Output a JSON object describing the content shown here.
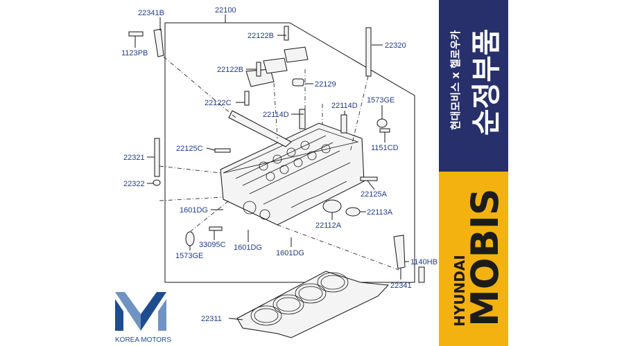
{
  "callouts": [
    {
      "id": "22341B",
      "text": "22341B"
    },
    {
      "id": "1123PB",
      "text": "1123PB"
    },
    {
      "id": "22100",
      "text": "22100"
    },
    {
      "id": "22122B_a",
      "text": "22122B"
    },
    {
      "id": "22320",
      "text": "22320"
    },
    {
      "id": "22122B_b",
      "text": "22122B"
    },
    {
      "id": "22129",
      "text": "22129"
    },
    {
      "id": "22122C",
      "text": "22122C"
    },
    {
      "id": "22114D_a",
      "text": "22114D"
    },
    {
      "id": "22114D_b",
      "text": "22114D"
    },
    {
      "id": "1573GE_a",
      "text": "1573GE"
    },
    {
      "id": "1151CD",
      "text": "1151CD"
    },
    {
      "id": "22125C",
      "text": "22125C"
    },
    {
      "id": "22321",
      "text": "22321"
    },
    {
      "id": "22322",
      "text": "22322"
    },
    {
      "id": "22125A",
      "text": "22125A"
    },
    {
      "id": "1601DG_a",
      "text": "1601DG"
    },
    {
      "id": "22113A",
      "text": "22113A"
    },
    {
      "id": "22112A",
      "text": "22112A"
    },
    {
      "id": "33095C",
      "text": "33095C"
    },
    {
      "id": "1601DG_b",
      "text": "1601DG"
    },
    {
      "id": "1573GE_b",
      "text": "1573GE"
    },
    {
      "id": "1601DG_c",
      "text": "1601DG"
    },
    {
      "id": "1140HB",
      "text": "1140HB"
    },
    {
      "id": "22341",
      "text": "22341"
    },
    {
      "id": "22311",
      "text": "22311"
    }
  ],
  "logo": {
    "text": "KOREA MOTORS"
  },
  "banner": {
    "korean_small": "현대모비스 x 헬로우카",
    "korean_big": "순정부품",
    "brand_top": "HYUNDAI",
    "brand_main": "MOBIS"
  },
  "colors": {
    "callout": "#1f3a8a",
    "banner_navy": "#27306b",
    "banner_gold": "#f3b20f",
    "logo_blue": "#1d4d8f",
    "logo_light": "#6f93c4"
  }
}
